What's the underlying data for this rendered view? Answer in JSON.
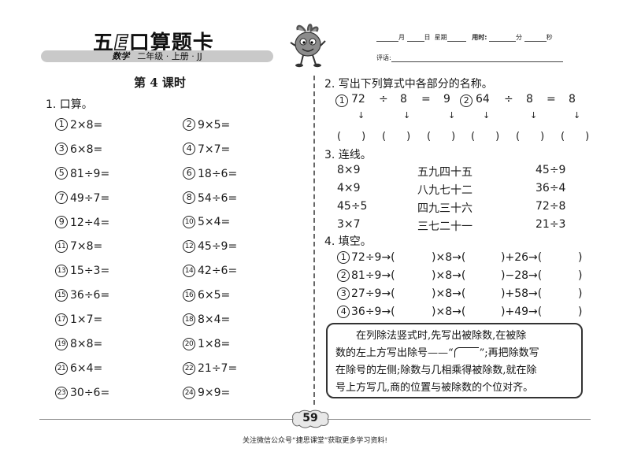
{
  "header": {
    "brand_prefix": "五",
    "brand_e": "E",
    "brand_rest": "口算题卡",
    "subject": "数学",
    "grade_info": "二年级 · 上册 · JJ",
    "date_month": "月",
    "date_day": "日",
    "date_weekday": "星期",
    "time_label": "用时:",
    "time_min": "分",
    "time_sec": "秒",
    "comment_label": "评语:"
  },
  "lesson_title": "第 4 课时",
  "section1": {
    "title": "1. 口算。",
    "items": [
      {
        "num": "1",
        "expr": "2×8="
      },
      {
        "num": "2",
        "expr": "9×5="
      },
      {
        "num": "3",
        "expr": "6×8="
      },
      {
        "num": "4",
        "expr": "7×7="
      },
      {
        "num": "5",
        "expr": "81÷9="
      },
      {
        "num": "6",
        "expr": "18÷6="
      },
      {
        "num": "7",
        "expr": "49÷7="
      },
      {
        "num": "8",
        "expr": "54÷6="
      },
      {
        "num": "9",
        "expr": "12÷4="
      },
      {
        "num": "10",
        "expr": "5×4="
      },
      {
        "num": "11",
        "expr": "7×8="
      },
      {
        "num": "12",
        "expr": "45÷9="
      },
      {
        "num": "13",
        "expr": "15÷3="
      },
      {
        "num": "14",
        "expr": "42÷6="
      },
      {
        "num": "15",
        "expr": "36÷6="
      },
      {
        "num": "16",
        "expr": "6×5="
      },
      {
        "num": "17",
        "expr": "1×7="
      },
      {
        "num": "18",
        "expr": "8×4="
      },
      {
        "num": "19",
        "expr": "8×8="
      },
      {
        "num": "20",
        "expr": "1×8="
      },
      {
        "num": "21",
        "expr": "6×4="
      },
      {
        "num": "22",
        "expr": "21÷7="
      },
      {
        "num": "23",
        "expr": "30÷6="
      },
      {
        "num": "24",
        "expr": "9×9="
      }
    ]
  },
  "section2": {
    "title": "2. 写出下列算式中各部分的名称。",
    "eq1": {
      "num": "1",
      "a": "72",
      "op": "÷",
      "b": "8",
      "eq": "=",
      "c": "9"
    },
    "eq2": {
      "num": "2",
      "a": "64",
      "op": "÷",
      "b": "8",
      "eq": "=",
      "c": "8"
    },
    "arrow": "↓",
    "blank": "(　　)"
  },
  "section3": {
    "title": "3. 连线。",
    "left": [
      "8×9",
      "4×9",
      "45÷5",
      "3×7"
    ],
    "middle": [
      "五九四十五",
      "八九七十二",
      "四九三十六",
      "三七二十一"
    ],
    "right": [
      "45÷9",
      "36÷4",
      "72÷8",
      "21÷3"
    ]
  },
  "section4": {
    "title": "4. 填空。",
    "rows": [
      {
        "num": "1",
        "start": "72÷9→(",
        "mid1": ")×8→(",
        "mid2": ")+26→(",
        "end": ")"
      },
      {
        "num": "2",
        "start": "81÷9→(",
        "mid1": ")×8→(",
        "mid2": ")−28→(",
        "end": ")"
      },
      {
        "num": "3",
        "start": "27÷9→(",
        "mid1": ")×8→(",
        "mid2": ")+58→(",
        "end": ")"
      },
      {
        "num": "4",
        "start": "36÷9→(",
        "mid1": ")×8→(",
        "mid2": ")+49→(",
        "end": ")"
      }
    ]
  },
  "tip": {
    "line1": "在列除法竖式时,先写出被除数,在被除",
    "line2a": "数的左上方写出除号——“",
    "line2b": "”;再把除数写",
    "line3": "在除号的左侧;除数与几相乘得被除数,就在除",
    "line4": "号上方写几,商的位置与被除数的个位对齐。"
  },
  "page_number": "59",
  "footer": "关注微信公众号“捷思课堂”获取更多学习资料!",
  "icons": [
    "radish-mascot-icon",
    "page-badge-icon"
  ],
  "colors": {
    "ink": "#1a1a1a",
    "bar": "#c9c9c9",
    "mascot": "#7a7a7a"
  }
}
